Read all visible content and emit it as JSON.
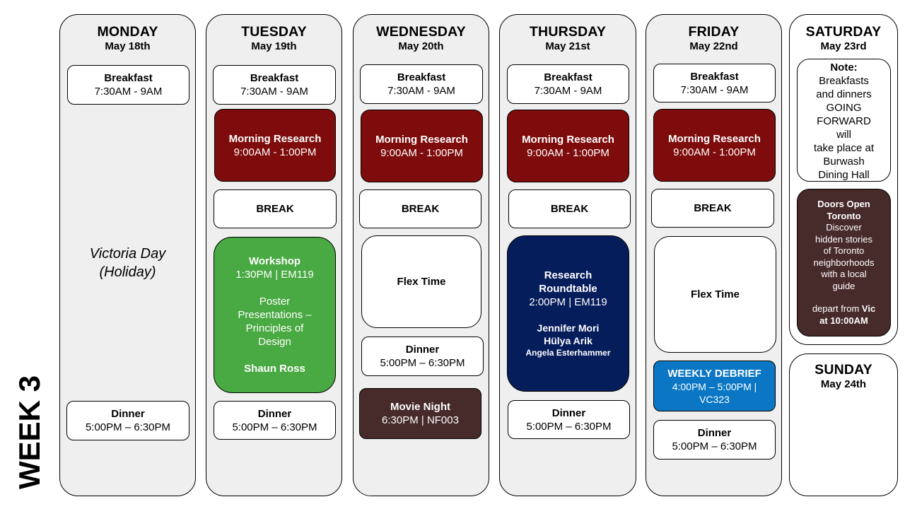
{
  "week_label": "WEEK 3",
  "days": {
    "monday": {
      "name": "MONDAY",
      "date": "May 18th",
      "breakfast": {
        "title": "Breakfast",
        "time": "7:30AM - 9AM"
      },
      "holiday_line1": "Victoria Day",
      "holiday_line2": "(Holiday)",
      "dinner": {
        "title": "Dinner",
        "time": "5:00PM – 6:30PM"
      }
    },
    "tuesday": {
      "name": "TUESDAY",
      "date": "May 19th",
      "breakfast": {
        "title": "Breakfast",
        "time": "7:30AM - 9AM"
      },
      "morning_research": {
        "title": "Morning Research",
        "time": "9:00AM - 1:00PM"
      },
      "break": "BREAK",
      "workshop": {
        "title": "Workshop",
        "time": "1:30PM | EM119",
        "topic_lines": [
          "Poster",
          "Presentations –",
          "Principles of",
          "Design"
        ],
        "speaker": "Shaun Ross"
      },
      "dinner": {
        "title": "Dinner",
        "time": "5:00PM – 6:30PM"
      }
    },
    "wednesday": {
      "name": "WEDNESDAY",
      "date": "May 20th",
      "breakfast": {
        "title": "Breakfast",
        "time": "7:30AM - 9AM"
      },
      "morning_research": {
        "title": "Morning Research",
        "time": "9:00AM - 1:00PM"
      },
      "break": "BREAK",
      "flex": "Flex Time",
      "dinner": {
        "title": "Dinner",
        "time": "5:00PM – 6:30PM"
      },
      "movie": {
        "title": "Movie Night",
        "time": "6:30PM | NF003"
      }
    },
    "thursday": {
      "name": "THURSDAY",
      "date": "May 21st",
      "breakfast": {
        "title": "Breakfast",
        "time": "7:30AM - 9AM"
      },
      "morning_research": {
        "title": "Morning Research",
        "time": "9:00AM - 1:00PM"
      },
      "break": "BREAK",
      "roundtable": {
        "title_line1": "Research",
        "title_line2": "Roundtable",
        "time": "2:00PM | EM119",
        "speaker1": "Jennifer Mori",
        "speaker2": "Hülya Arik",
        "speaker3": "Angela Esterhammer"
      },
      "dinner": {
        "title": "Dinner",
        "time": "5:00PM – 6:30PM"
      }
    },
    "friday": {
      "name": "FRIDAY",
      "date": "May 22nd",
      "breakfast": {
        "title": "Breakfast",
        "time": "7:30AM - 9AM"
      },
      "morning_research": {
        "title": "Morning Research",
        "time": "9:00AM - 1:00PM"
      },
      "break": "BREAK",
      "flex": "Flex Time",
      "debrief": {
        "title": "WEEKLY DEBRIEF",
        "time_line1": "4:00PM – 5:00PM |",
        "time_line2": "VC323"
      },
      "dinner": {
        "title": "Dinner",
        "time": "5:00PM – 6:30PM"
      }
    },
    "saturday": {
      "name": "SATURDAY",
      "date": "May 23rd",
      "note": {
        "title": "Note:",
        "lines": [
          "Breakfasts",
          "and dinners",
          "GOING",
          "FORWARD",
          "will",
          "take place at",
          "Burwash",
          "Dining Hall"
        ]
      },
      "doors_open": {
        "title_line1": "Doors Open",
        "title_line2": "Toronto",
        "lines": [
          "Discover",
          "hidden stories",
          "of Toronto",
          "neighborhoods",
          "with a local",
          "guide"
        ],
        "depart_prefix": "depart from ",
        "depart_place": "Vic",
        "depart_time": "at 10:00AM"
      }
    },
    "sunday": {
      "name": "SUNDAY",
      "date": "May 24th"
    }
  }
}
